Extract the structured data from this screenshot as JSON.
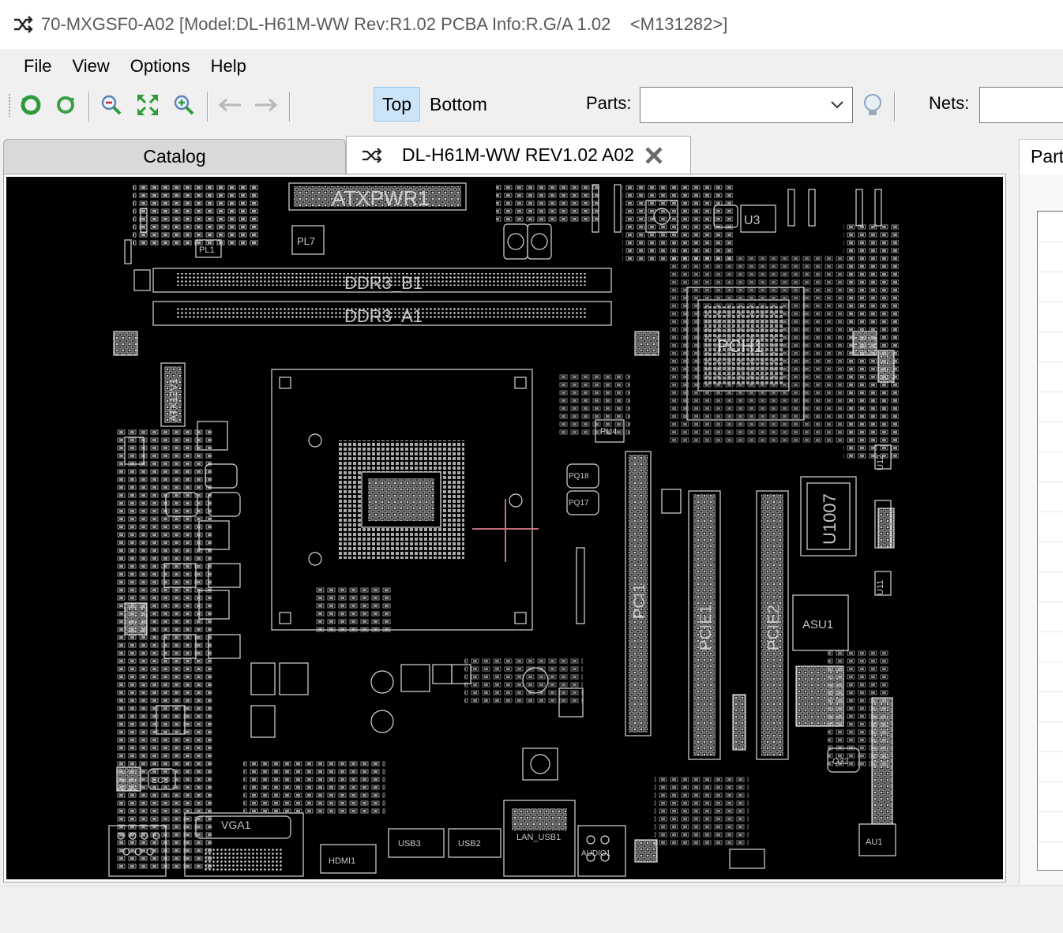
{
  "window": {
    "title": "70-MXGSF0-A02 [Model:DL-H61M-WW Rev:R1.02 PCBA Info:R.G/A 1.02    <M131282>]"
  },
  "menu": {
    "items": [
      "File",
      "View",
      "Options",
      "Help"
    ]
  },
  "toolbar": {
    "icons": [
      "rotate-left-icon",
      "rotate-right-icon",
      "zoom-out-icon",
      "fit-icon",
      "zoom-in-icon",
      "back-arrow-icon",
      "forward-arrow-icon",
      "bulb-icon"
    ],
    "side_top": "Top",
    "side_bottom": "Bottom",
    "active_side": "Top",
    "parts_label": "Parts:",
    "parts_value": "",
    "nets_label": "Nets:",
    "nets_value": ""
  },
  "tabs": {
    "catalog": "Catalog",
    "board": "DL-H61M-WW REV1.02 A02"
  },
  "right_panel": {
    "tab_label": "Part"
  },
  "board": {
    "silkscreen": {
      "atxpwr": "ATXPWR1",
      "ddr_b": "DDR3_B1",
      "ddr_a": "DDR3_A1",
      "pch": "PCH1",
      "u3": "U3",
      "pl7": "PL7",
      "pl1": "PL1",
      "pu4": "PU4",
      "u1007": "U1007",
      "asu1": "ASU1",
      "au1": "AU1",
      "pci1": "PCI1",
      "pcie1": "PCIE1",
      "pcie2": "PCIE2",
      "atx12v": "ATX12V1",
      "vga": "VGA1",
      "hdmi": "HDMI1",
      "usb3": "USB3",
      "usb2": "USB2",
      "lan": "LAN_USB1",
      "audio": "AUDIO1",
      "u12": "U12",
      "u11": "U11",
      "q32": "Q32",
      "ec3": "EC3",
      "pq18": "PQ18",
      "pq17": "PQ17"
    }
  },
  "colors": {
    "pcb_background": "#000000",
    "silkscreen": "#d8d8d8",
    "selection": "#cce4f7",
    "cursor": "#c0707a"
  }
}
